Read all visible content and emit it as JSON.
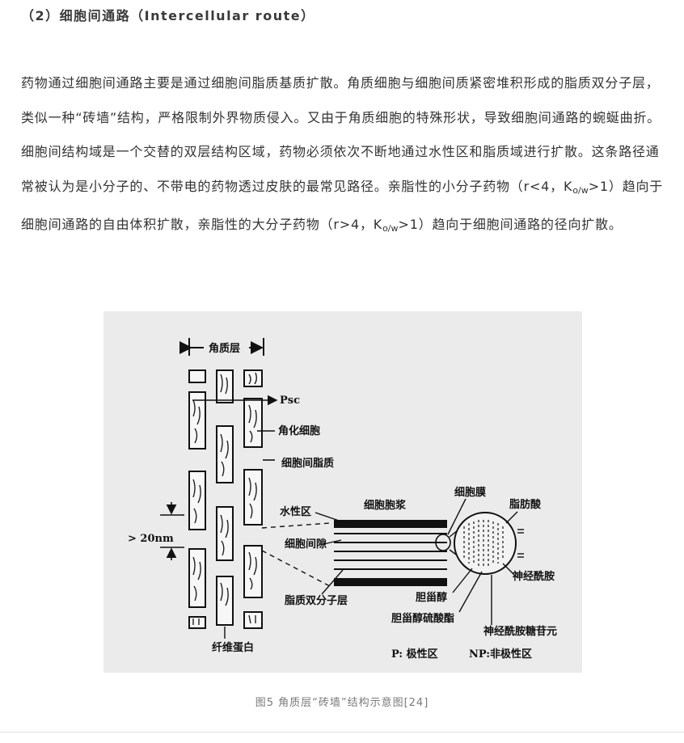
{
  "section": {
    "heading": "（2）细胞间通路（Intercellular route）"
  },
  "paragraph": {
    "part1": "药物通过细胞间通路主要是通过细胞间脂质基质扩散。角质细胞与细胞间质紧密堆积形成的脂质双分子层，类似一种“砖墙”结构，严格限制外界物质侵入。又由于角质细胞的特殊形状，导致细胞间通路的蜿蜒曲折。细胞间结构域是一个交替的双层结构区域，药物必须依次不断地通过水性区和脂质域进行扩散。这条路径通常被认为是小分子的、不带电的药物透过皮肤的最常见路径。亲脂性的小分子药物（r<4，K",
    "sub1": "o/w",
    "part2": ">1）趋向于细胞间通路的自由体积扩散，亲脂性的大分子药物（r>4，K",
    "sub2": "o/w",
    "part3": ">1）趋向于细胞间通路的径向扩散。"
  },
  "figure": {
    "labels": {
      "stratum_corneum": "角质层",
      "psc": "Psc",
      "corneocyte": "角化细胞",
      "intercellular_lipid": "细胞间脂质",
      "aqueous_region": "水性区",
      "intercellular_space": "细胞间隙",
      "gap_size": "> 20nm",
      "lipid_bilayer": "脂质双分子层",
      "fibrous_protein": "纤维蛋白",
      "cytoplasm": "细胞胞浆",
      "cell_membrane": "细胞膜",
      "fatty_acid": "脂肪酸",
      "ceramide": "神经酰胺",
      "cholesterol": "胆甾醇",
      "cholesterol_sulfate": "胆甾醇硫酸酯",
      "cerebroside": "神经酰胺糖苷元",
      "polar_region": "P: 极性区",
      "nonpolar_region": "NP:非极性区"
    }
  },
  "caption": {
    "text": "图5 角质层“砖墙”结构示意图[24]"
  }
}
